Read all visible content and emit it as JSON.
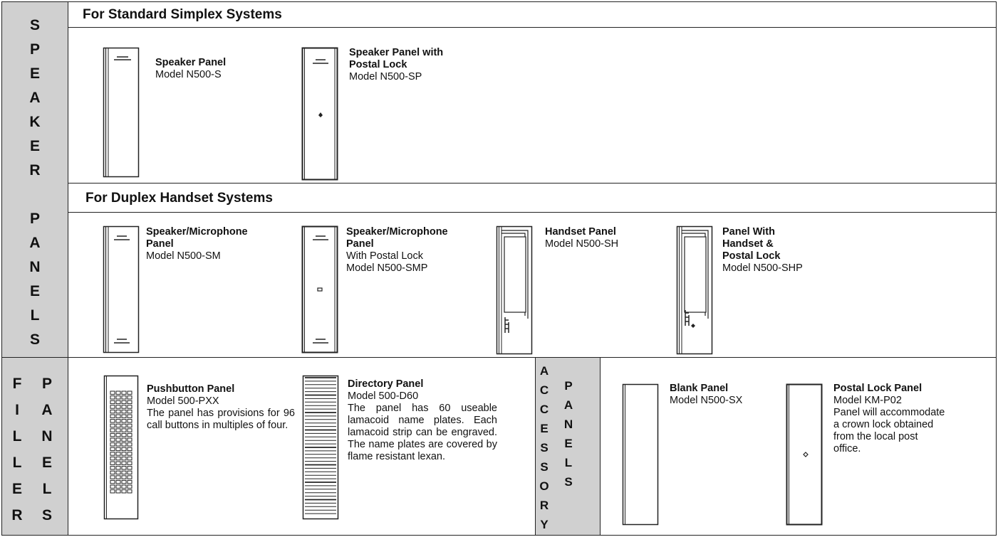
{
  "speaker_panels_side": {
    "letters": [
      "S",
      "P",
      "E",
      "A",
      "K",
      "E",
      "R",
      "",
      "P",
      "A",
      "N",
      "E",
      "L",
      "S"
    ]
  },
  "filler_panels_side": {
    "col1": [
      "F",
      "I",
      "L",
      "L",
      "E",
      "R"
    ],
    "col2": [
      "P",
      "A",
      "N",
      "E",
      "L",
      "S"
    ]
  },
  "accessory_panels_side": {
    "col1": [
      "A",
      "C",
      "C",
      "E",
      "S",
      "S",
      "O",
      "R",
      "Y"
    ],
    "col2": [
      "P",
      "A",
      "N",
      "E",
      "L",
      "S"
    ]
  },
  "simplex": {
    "heading": "For Standard Simplex Systems",
    "items": [
      {
        "name_lines": [
          "Speaker Panel"
        ],
        "desc_lines": [
          "Model N500-S"
        ]
      },
      {
        "name_lines": [
          "Speaker Panel with",
          "Postal Lock"
        ],
        "desc_lines": [
          "Model N500-SP"
        ]
      }
    ]
  },
  "duplex": {
    "heading": "For Duplex Handset Systems",
    "items": [
      {
        "name_lines": [
          "Speaker/Microphone",
          "Panel"
        ],
        "desc_lines": [
          "Model N500-SM"
        ]
      },
      {
        "name_lines": [
          "Speaker/Microphone",
          "Panel"
        ],
        "desc_lines": [
          "With Postal Lock",
          "Model N500-SMP"
        ]
      },
      {
        "name_lines": [
          "Handset Panel"
        ],
        "desc_lines": [
          "Model N500-SH"
        ]
      },
      {
        "name_lines": [
          "Panel With",
          "Handset &",
          "Postal Lock"
        ],
        "desc_lines": [
          "Model N500-SHP"
        ]
      }
    ]
  },
  "filler": {
    "items": [
      {
        "name": "Pushbutton Panel",
        "model": "Model 500-PXX",
        "desc": "The panel has provisions for 96 call buttons in multiples of four."
      },
      {
        "name": "Directory Panel",
        "model": "Model 500-D60",
        "desc": "The panel has 60 useable lamacoid name plates. Each lamacoid strip can be engraved.  The name plates are covered by flame resistant lexan."
      }
    ]
  },
  "accessory": {
    "items": [
      {
        "name": "Blank Panel",
        "desc_lines": [
          "Model N500-SX"
        ]
      },
      {
        "name": "Postal Lock Panel",
        "desc_lines": [
          "Model KM-P02",
          "Panel will accommodate",
          "a crown lock obtained",
          "from the local post",
          "office."
        ]
      }
    ]
  }
}
